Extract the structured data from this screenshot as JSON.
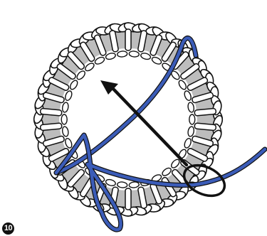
{
  "step_number": "10",
  "colors": {
    "yarn": "#3b5cb8",
    "ring_fill": "#bdbdbd",
    "outline": "#111111",
    "stitch_fill": "#ffffff",
    "background": "#ffffff"
  },
  "elements": {
    "ring": "crocheted-ring",
    "yarn": "blue-working-yarn",
    "arrow": "direction-arrow",
    "loop_marker": "loop-highlight-ellipse"
  }
}
